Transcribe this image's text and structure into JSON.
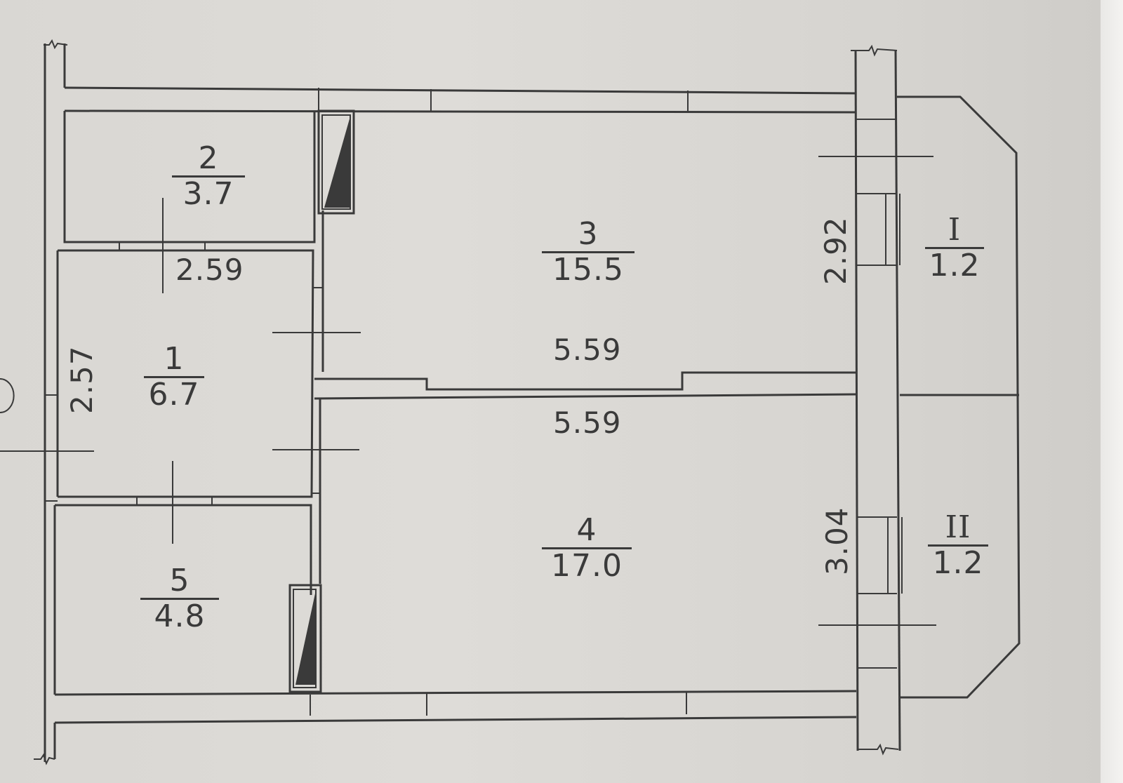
{
  "plan": {
    "type": "apartment floor plan",
    "ink_color": "#3a3a3a",
    "paper_color": "#dcdad6"
  },
  "rooms": [
    {
      "id": "1",
      "number": "1",
      "area": "6.7"
    },
    {
      "id": "2",
      "number": "2",
      "area": "3.7"
    },
    {
      "id": "3",
      "number": "3",
      "area": "15.5"
    },
    {
      "id": "4",
      "number": "4",
      "area": "17.0"
    },
    {
      "id": "5",
      "number": "5",
      "area": "4.8"
    },
    {
      "id": "I",
      "number": "I",
      "area": "1.2"
    },
    {
      "id": "II",
      "number": "II",
      "area": "1.2"
    }
  ],
  "dimensions": {
    "corridor_width": "2.59",
    "corridor_length": "2.57",
    "room3_length": "5.59",
    "room4_length": "5.59",
    "room3_width": "2.92",
    "room4_width": "3.04"
  }
}
